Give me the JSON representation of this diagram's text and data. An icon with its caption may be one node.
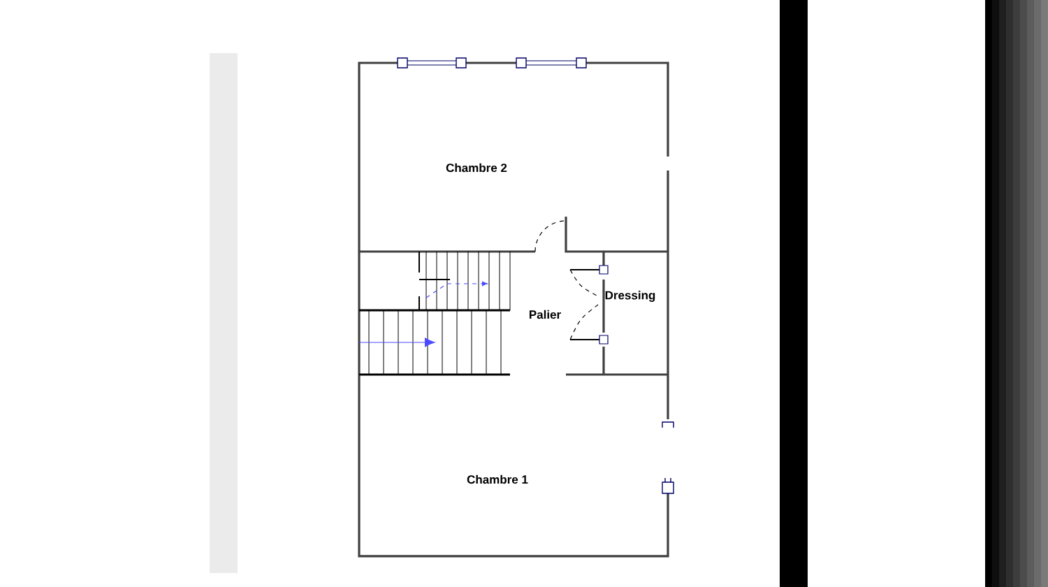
{
  "diagram": {
    "labels": [
      "Chambre 2",
      "Palier",
      "Dressing",
      "Chambre 1"
    ]
  }
}
